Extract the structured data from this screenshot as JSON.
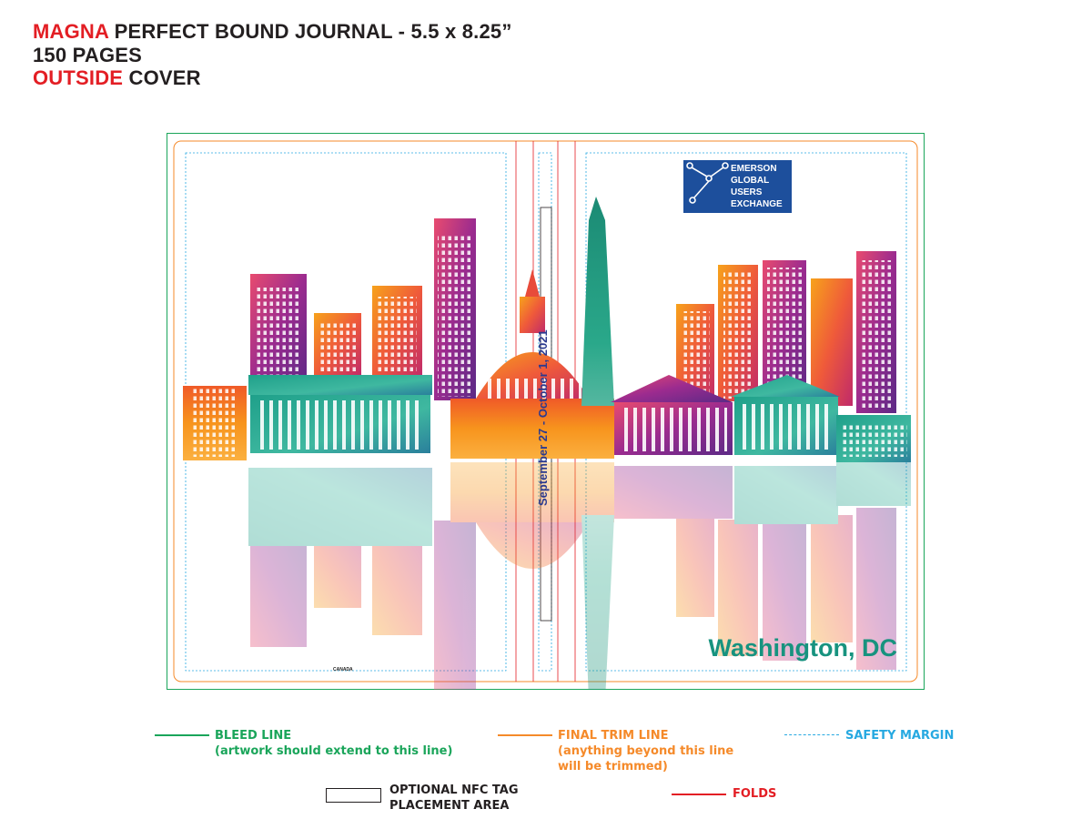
{
  "header": {
    "line1_brand": "MAGNA",
    "line1_rest": " PERFECT BOUND JOURNAL - 5.5 x 8.25”",
    "line2": "150 PAGES",
    "line3_highlight": "OUTSIDE",
    "line3_rest": " COVER"
  },
  "cover": {
    "logo_lines": [
      "EMERSON",
      "GLOBAL",
      "USERS",
      "EXCHANGE"
    ],
    "spine_text": "September 27 - October 1, 2021",
    "city_title": "Washington, DC",
    "country_mark": "CANADA"
  },
  "legend": {
    "bleed": {
      "title": "BLEED LINE",
      "note": "(artwork should extend to this line)",
      "color": "#1aa55a"
    },
    "trim": {
      "title": "FINAL TRIM LINE",
      "note1": "(anything beyond this line",
      "note2": "will be trimmed)",
      "color": "#f58a2a"
    },
    "safety": {
      "title": "SAFETY MARGIN",
      "color": "#27a9e1"
    },
    "nfc": {
      "title1": "OPTIONAL NFC TAG",
      "title2": "PLACEMENT AREA",
      "color": "#231f20"
    },
    "folds": {
      "title": "FOLDS",
      "color": "#e31e24"
    }
  },
  "colors": {
    "brand_red": "#e31e24",
    "title_teal": "#17937f",
    "logo_blue": "#1d4f9c",
    "spine_blue": "#2b3a8f"
  }
}
